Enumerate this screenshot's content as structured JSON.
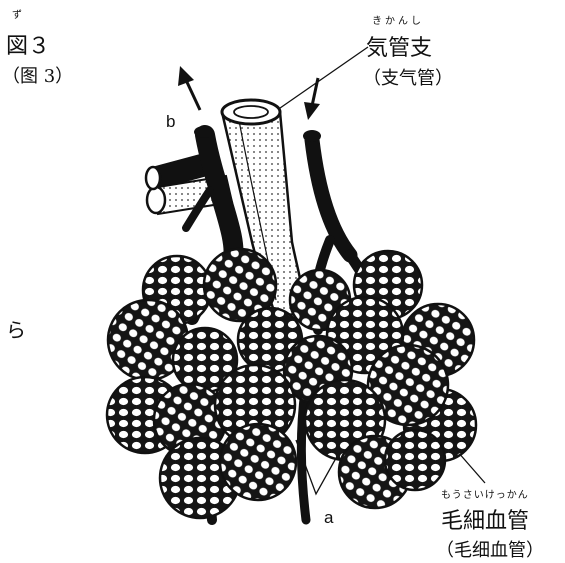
{
  "figure": {
    "ruby": "ず",
    "title": "図３",
    "subtitle": "（图 3）"
  },
  "bronchus": {
    "ruby": "きかんし",
    "label": "気管支",
    "translation": "（支气管）"
  },
  "capillary": {
    "ruby": "もうさいけっかん",
    "label": "毛細血管",
    "translation": "（毛细血管）"
  },
  "marks": {
    "a": "a",
    "b": "b"
  },
  "side_text": "ら"
}
